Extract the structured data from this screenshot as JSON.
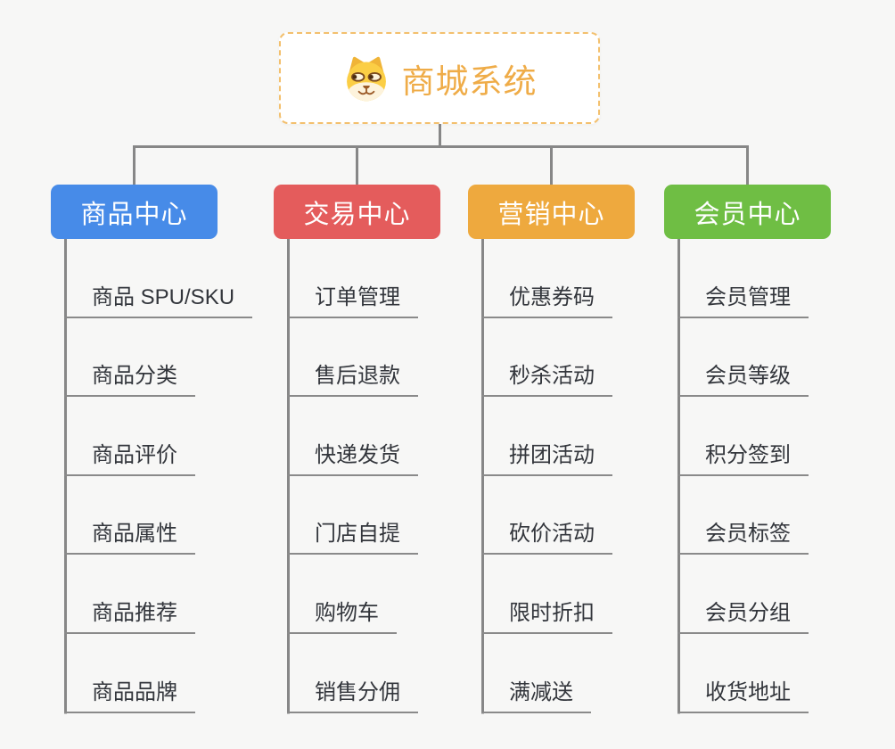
{
  "root": {
    "title": "商城系统",
    "icon": "doge-icon"
  },
  "branches": [
    {
      "label": "商品中心",
      "color": "#478BE8",
      "items": [
        "商品 SPU/SKU",
        "商品分类",
        "商品评价",
        "商品属性",
        "商品推荐",
        "商品品牌"
      ]
    },
    {
      "label": "交易中心",
      "color": "#E45C5C",
      "items": [
        "订单管理",
        "售后退款",
        "快递发货",
        "门店自提",
        "购物车",
        "销售分佣"
      ]
    },
    {
      "label": "营销中心",
      "color": "#EEA93E",
      "items": [
        "优惠券码",
        "秒杀活动",
        "拼团活动",
        "砍价活动",
        "限时折扣",
        "满减送"
      ]
    },
    {
      "label": "会员中心",
      "color": "#6FBE44",
      "items": [
        "会员管理",
        "会员等级",
        "积分签到",
        "会员标签",
        "会员分组",
        "收货地址"
      ]
    }
  ],
  "palette": {
    "background": "#F7F7F6",
    "connector": "#878787",
    "underline": "#8A8A8A",
    "item_text": "#33363C",
    "root_border": "#F3C06E",
    "root_title": "#EFAC48"
  }
}
